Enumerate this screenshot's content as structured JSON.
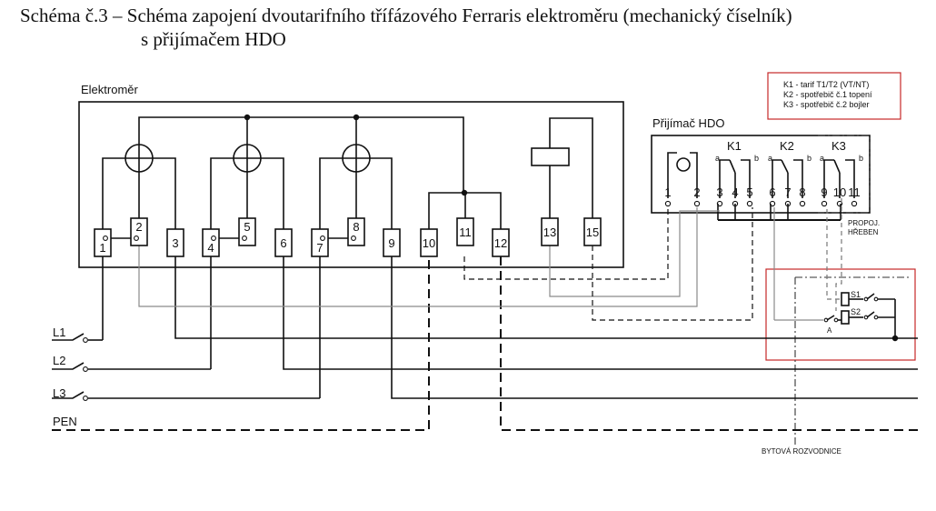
{
  "title": {
    "line1": "Schéma č.3 – Schéma zapojení dvoutarifního třífázového Ferraris elektroměru (mechanický číselník)",
    "line2": "s přijímačem HDO"
  },
  "meter": {
    "label": "Elektroměr",
    "terminals": [
      "1",
      "2",
      "3",
      "4",
      "5",
      "6",
      "7",
      "8",
      "9",
      "10",
      "11",
      "12",
      "13",
      "15"
    ]
  },
  "receiver": {
    "label": "Přijímač HDO",
    "contacts": [
      "K1",
      "K2",
      "K3"
    ],
    "contact_pins": [
      "a",
      "b",
      "a",
      "b",
      "a",
      "b"
    ],
    "terminals": [
      "1",
      "2",
      "3",
      "4",
      "5",
      "6",
      "7",
      "8",
      "9",
      "10",
      "11"
    ],
    "comb_note_1": "PROPOJ.",
    "comb_note_2": "HŘEBEN"
  },
  "legend": {
    "line1": "K1 - tarif T1/T2 (VT/NT)",
    "line2": "K2 - spotřebič č.1 topení",
    "line3": "K3 - spotřebič č.2 bojler"
  },
  "lines": [
    "L1",
    "L2",
    "L3",
    "PEN"
  ],
  "switchboard": {
    "s1": "S1",
    "s2": "S2",
    "a": "A",
    "label": "BYTOVÁ ROZVODNICE"
  },
  "colors": {
    "wire": "#111111",
    "grey_wire": "#8a8a8a",
    "accent": "#c62828"
  }
}
